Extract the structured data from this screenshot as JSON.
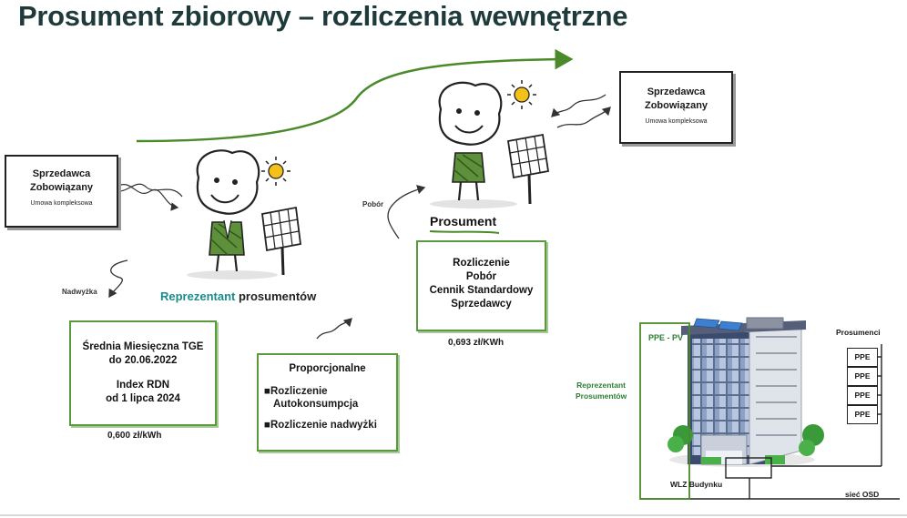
{
  "title": "Prosument zbiorowy – rozliczenia wewnętrzne",
  "seller_left": {
    "line1": "Sprzedawca",
    "line2": "Zobowiązany",
    "note": "Umowa kompleksowa"
  },
  "seller_right": {
    "line1": "Sprzedawca",
    "line2": "Zobowiązany",
    "note": "Umowa kompleksowa"
  },
  "labels": {
    "nadwyzka": "Nadwyżka",
    "pobor": "Pobór"
  },
  "representative": {
    "part1": "Reprezentant",
    "part2": " prosumentów"
  },
  "prosument_label": "Prosument",
  "tge_box": {
    "line1": "Średnia Miesięczna TGE",
    "line2": "do 20.06.2022",
    "line3": "Index RDN",
    "line4": "od 1 lipca 2024"
  },
  "tge_price": "0,600 zł/kWh",
  "prop_box": {
    "title": "Proporcjonalne",
    "item1a": "Rozliczenie",
    "item1b": "Autokonsumpcja",
    "item2": "Rozliczenie  nadwyżki"
  },
  "settlement_box": {
    "line1": "Rozliczenie",
    "line2": "Pobór",
    "line3": "Cennik Standardowy",
    "line4": "Sprzedawcy"
  },
  "settlement_price": "0,693 zł/KWh",
  "building": {
    "ppe_pv": "PPE - PV",
    "prosumenci": "Prosumenci",
    "ppe_items": [
      "PPE",
      "PPE",
      "PPE",
      "PPE"
    ],
    "rep_line1": "Reprezentant",
    "rep_line2": "Prosumentów",
    "wlz": "WLZ Budynku",
    "siec": "sieć OSD"
  },
  "colors": {
    "title": "#1e3a3a",
    "accent_green": "#5a9a3a",
    "teal": "#1c8b8b"
  }
}
